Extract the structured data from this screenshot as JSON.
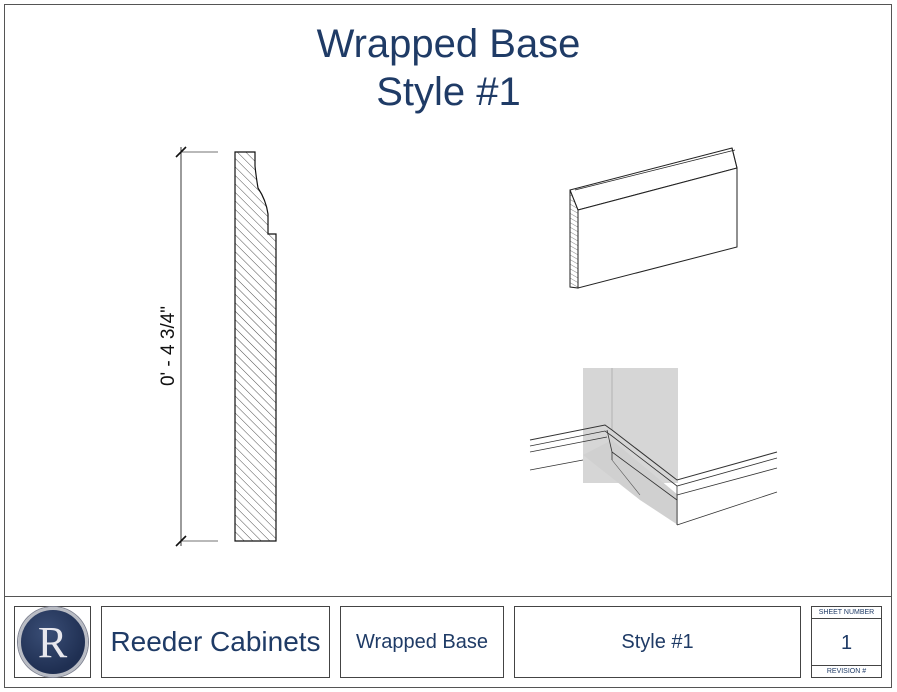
{
  "title": {
    "line1": "Wrapped Base",
    "line2": "Style #1"
  },
  "dimension": {
    "label": "0' - 4 3/4\""
  },
  "titleblock": {
    "logo_letter": "R",
    "company": "Reeder Cabinets",
    "drawing_name": "Wrapped Base",
    "style": "Style #1",
    "sheet_number_label": "SHEET NUMBER",
    "sheet_number": "1",
    "revision_label": "REVISION #"
  },
  "colors": {
    "title_blue": "#1f3b66",
    "logo_navy": "#1f2f52"
  }
}
